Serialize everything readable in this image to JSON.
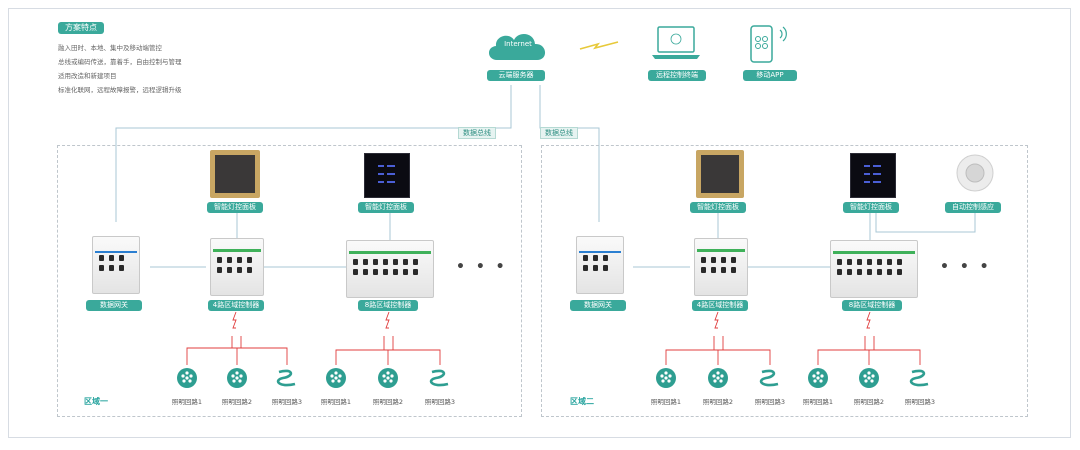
{
  "features": {
    "title": "方案特点",
    "items": [
      "融入田时、本地、集中及移动端管控",
      "总线或编码传送，靠着手，自由控制与管理",
      "适用改造和新建项目",
      "标准化联网，远程故障报警，远程逻辑升级"
    ]
  },
  "top": {
    "cloud_text": "Internet",
    "cloud_label": "云端服务器",
    "remote_label": "远程控制终端",
    "mobile_label": "移动APP"
  },
  "bus_labels": [
    "数据总线",
    "数据总线"
  ],
  "zone1": {
    "name": "区域一",
    "gold_panel_label": "智能灯控面板",
    "black_panel_label": "智能灯控面板",
    "gateway_label": "数据网关",
    "ctrl4_label": "4路区域控制器",
    "ctrl8_label": "8路区域控制器",
    "ellipsis": "• • •",
    "lamps": [
      "照明回路1",
      "照明回路2",
      "照明回路3",
      "照明回路1",
      "照明回路2",
      "照明回路3"
    ]
  },
  "zone2": {
    "name": "区域二",
    "gold_panel_label": "智能灯控面板",
    "black_panel_label": "智能灯控面板",
    "sensor_label": "自动控制感应",
    "gateway_label": "数据网关",
    "ctrl4_label": "4路区域控制器",
    "ctrl8_label": "8路区域控制器",
    "ellipsis": "• • •",
    "lamps": [
      "照明回路1",
      "照明回路2",
      "照明回路3",
      "照明回路1",
      "照明回路2",
      "照明回路3"
    ]
  },
  "colors": {
    "accent": "#3aa99b",
    "wire": "#a8c7d6",
    "load_wire": "#e03c3c",
    "lamp": "#2e9e91"
  }
}
